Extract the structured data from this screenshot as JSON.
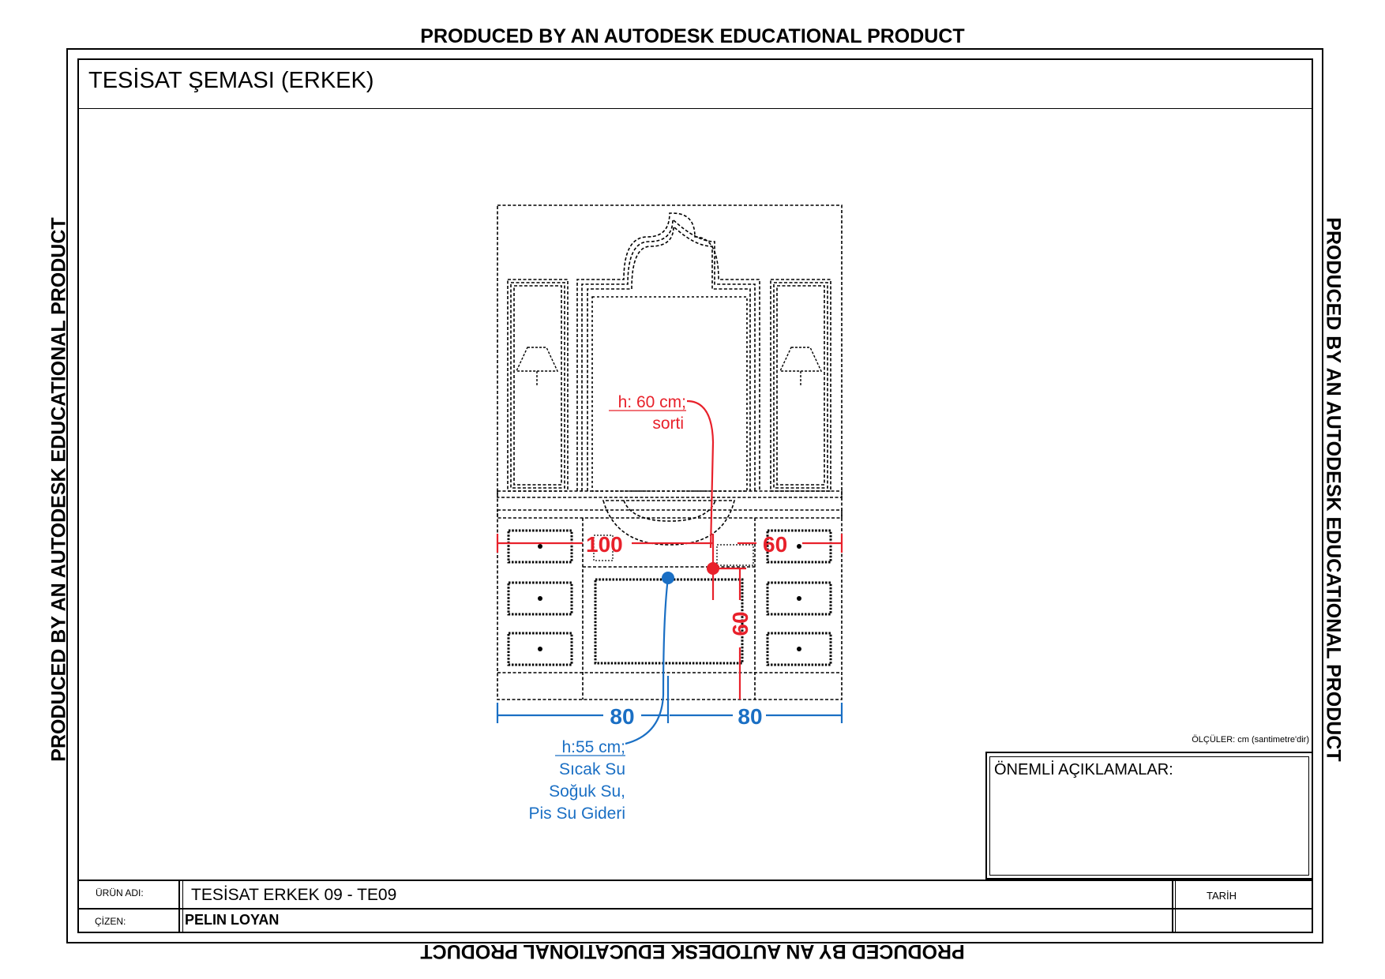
{
  "watermark": "PRODUCED BY AN AUTODESK EDUCATIONAL PRODUCT",
  "title": "TESİSAT ŞEMASI (ERKEK)",
  "units_note": "ÖLÇÜLER: cm (santimetre'dir)",
  "notes": {
    "title": "ÖNEMLİ AÇIKLAMALAR:"
  },
  "title_block": {
    "product_label": "ÜRÜN ADI:",
    "product_value": "TESİSAT ERKEK 09 - TE09",
    "drawn_label": "ÇİZEN:",
    "drawn_value": "PELIN  LOYAN",
    "date_label": "TARİH",
    "date_value": ""
  },
  "annotations": {
    "red_line1": "h: 60 cm;",
    "red_line2": "sorti",
    "dim_red_left": "100",
    "dim_red_right": "60",
    "dim_red_vertical": "60",
    "dim_blue_left": "80",
    "dim_blue_right": "80",
    "blue_line1": "h:55 cm;",
    "blue_line2": "Sıcak Su",
    "blue_line3": "Soğuk Su,",
    "blue_line4": "Pis Su Gideri"
  },
  "colors": {
    "red": "#e8212b",
    "blue": "#1a6fc4",
    "line": "#000000"
  }
}
